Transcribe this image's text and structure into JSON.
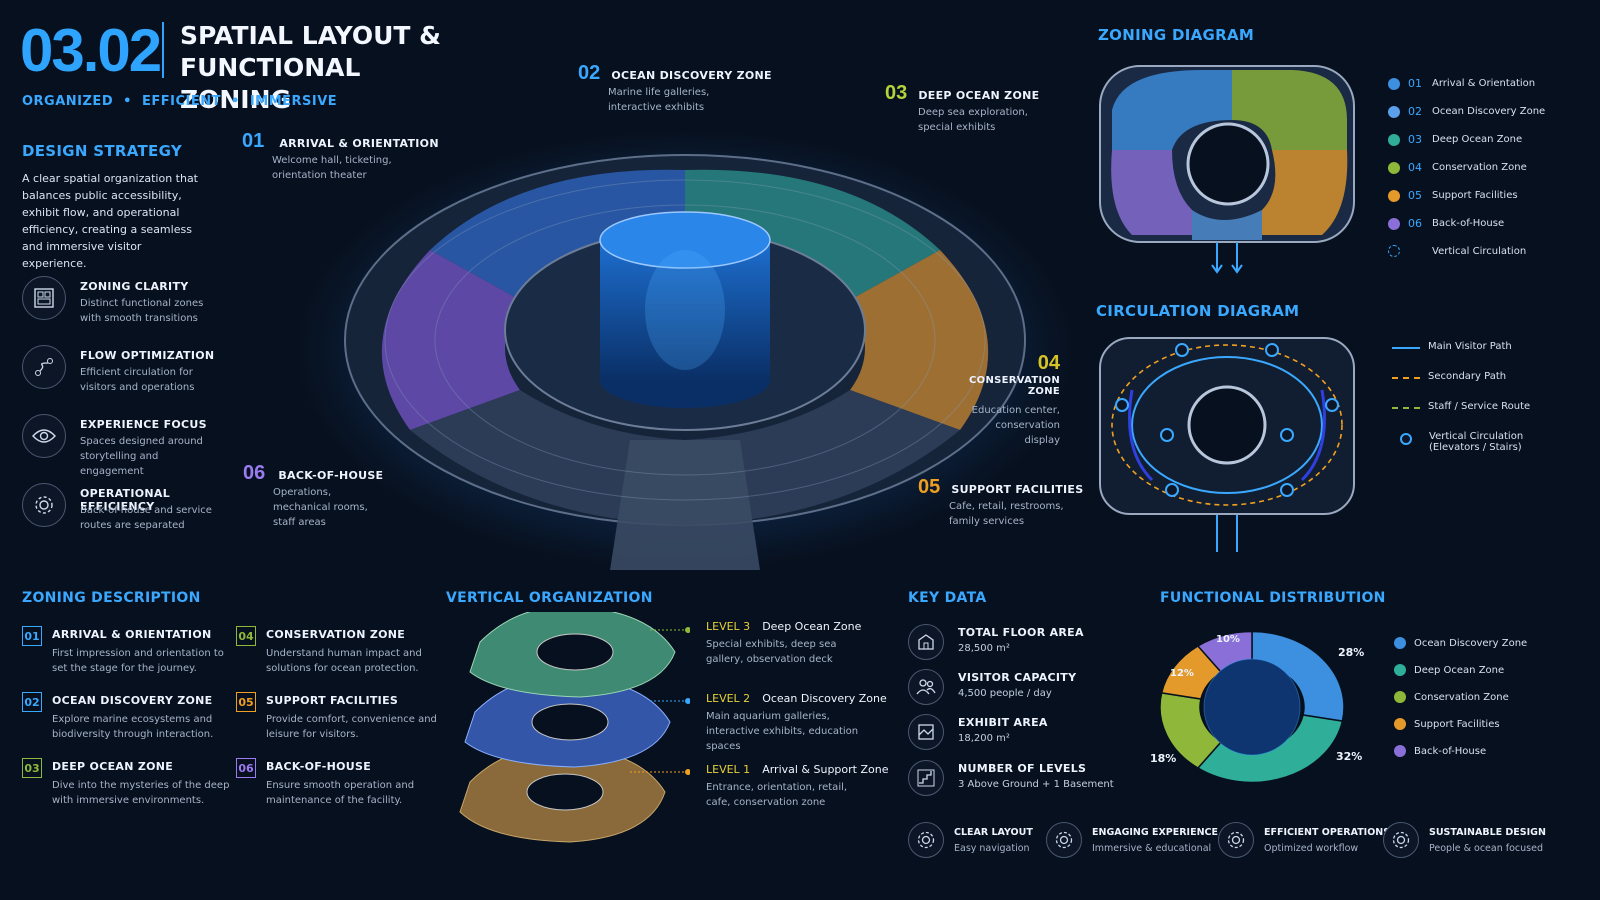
{
  "header": {
    "number": "03.02",
    "title_line1": "SPATIAL LAYOUT &",
    "title_line2": "FUNCTIONAL ZONING",
    "subtitle": "ORGANIZED  •  EFFICIENT  •  IMMERSIVE"
  },
  "design_strategy": {
    "title": "DESIGN STRATEGY",
    "text": "A clear spatial organization that balances public accessibility, exhibit flow, and operational efficiency, creating a seamless and immersive visitor experience.",
    "items": [
      {
        "title": "ZONING CLARITY",
        "desc": "Distinct functional zones with smooth transitions",
        "icon": "grid-icon"
      },
      {
        "title": "FLOW OPTIMIZATION",
        "desc": "Efficient circulation for visitors and operations",
        "icon": "flow-icon"
      },
      {
        "title": "EXPERIENCE FOCUS",
        "desc": "Spaces designed around storytelling and engagement",
        "icon": "eye-icon"
      },
      {
        "title": "OPERATIONAL EFFICIENCY",
        "desc": "Back-of-house and service routes are separated",
        "icon": "gear-icon"
      }
    ]
  },
  "callouts": [
    {
      "num": "01",
      "title": "ARRIVAL & ORIENTATION",
      "desc": "Welcome hall, ticketing, orientation theater",
      "color": "#3aa8ff"
    },
    {
      "num": "02",
      "title": "OCEAN DISCOVERY ZONE",
      "desc": "Marine life galleries, interactive exhibits",
      "color": "#3aa8ff"
    },
    {
      "num": "03",
      "title": "DEEP OCEAN ZONE",
      "desc": "Deep sea exploration, special exhibits",
      "color": "#b6d23a"
    },
    {
      "num": "04",
      "title": "CONSERVATION ZONE",
      "desc": "Education center, conservation display",
      "color": "#d8c326"
    },
    {
      "num": "05",
      "title": "SUPPORT FACILITIES",
      "desc": "Cafe, retail, restrooms, family services",
      "color": "#f0a020"
    },
    {
      "num": "06",
      "title": "BACK-OF-HOUSE",
      "desc": "Operations, mechanical rooms, staff areas",
      "color": "#9b7cf0"
    }
  ],
  "zoning_diagram": {
    "title": "ZONING DIAGRAM",
    "legend": [
      {
        "num": "01",
        "label": "Arrival & Orientation",
        "color": "#3d8fe0"
      },
      {
        "num": "02",
        "label": "Ocean Discovery Zone",
        "color": "#5aa0ea"
      },
      {
        "num": "03",
        "label": "Deep Ocean Zone",
        "color": "#2fae9a"
      },
      {
        "num": "04",
        "label": "Conservation Zone",
        "color": "#8fb83a"
      },
      {
        "num": "05",
        "label": "Support Facilities",
        "color": "#e39a2a"
      },
      {
        "num": "06",
        "label": "Back-of-House",
        "color": "#8a6fd8"
      },
      {
        "num": "",
        "label": "Vertical Circulation",
        "color": "#3aa8ff"
      }
    ]
  },
  "circulation_diagram": {
    "title": "CIRCULATION DIAGRAM",
    "legend": [
      {
        "label": "Main Visitor Path",
        "color": "#3aa8ff",
        "style": "solid"
      },
      {
        "label": "Secondary Path",
        "color": "#f0a020",
        "style": "dashed"
      },
      {
        "label": "Staff / Service Route",
        "color": "#8fb83a",
        "style": "dashed"
      },
      {
        "label": "Vertical Circulation",
        "label2": "(Elevators / Stairs)",
        "color": "#3aa8ff",
        "style": "node"
      }
    ]
  },
  "zoning_description": {
    "title": "ZONING DESCRIPTION",
    "items": [
      {
        "num": "01",
        "title": "ARRIVAL & ORIENTATION",
        "desc": "First impression and orientation to set the stage for the journey.",
        "color": "#3aa8ff"
      },
      {
        "num": "02",
        "title": "OCEAN DISCOVERY ZONE",
        "desc": "Explore marine ecosystems and biodiversity through interaction.",
        "color": "#3aa8ff"
      },
      {
        "num": "03",
        "title": "DEEP OCEAN ZONE",
        "desc": "Dive into the mysteries of the deep with immersive environments.",
        "color": "#8fb83a"
      },
      {
        "num": "04",
        "title": "CONSERVATION ZONE",
        "desc": "Understand human impact and solutions for ocean protection.",
        "color": "#8fb83a"
      },
      {
        "num": "05",
        "title": "SUPPORT FACILITIES",
        "desc": "Provide comfort, convenience and leisure for visitors.",
        "color": "#f0a020"
      },
      {
        "num": "06",
        "title": "BACK-OF-HOUSE",
        "desc": "Ensure smooth operation and maintenance of the facility.",
        "color": "#9b7cf0"
      }
    ]
  },
  "vertical_organization": {
    "title": "VERTICAL ORGANIZATION",
    "levels": [
      {
        "level": "LEVEL 3",
        "zone": "Deep Ocean Zone",
        "desc": "Special exhibits, deep sea gallery, observation deck"
      },
      {
        "level": "LEVEL 2",
        "zone": "Ocean Discovery Zone",
        "desc": "Main aquarium galleries, interactive exhibits, education spaces"
      },
      {
        "level": "LEVEL 1",
        "zone": "Arrival & Support Zone",
        "desc": "Entrance, orientation, retail, cafe, conservation zone"
      }
    ]
  },
  "key_data": {
    "title": "KEY DATA",
    "items": [
      {
        "title": "TOTAL FLOOR AREA",
        "value": "28,500 m²",
        "icon": "building-icon"
      },
      {
        "title": "VISITOR CAPACITY",
        "value": "4,500 people / day",
        "icon": "people-icon"
      },
      {
        "title": "EXHIBIT AREA",
        "value": "18,200 m²",
        "icon": "exhibit-icon"
      },
      {
        "title": "NUMBER OF LEVELS",
        "value": "3 Above Ground + 1 Basement",
        "icon": "levels-icon"
      }
    ]
  },
  "functional_distribution": {
    "title": "FUNCTIONAL DISTRIBUTION",
    "legend": [
      {
        "label": "Ocean Discovery Zone",
        "color": "#3d8fe0"
      },
      {
        "label": "Deep Ocean Zone",
        "color": "#2fae9a"
      },
      {
        "label": "Conservation Zone",
        "color": "#8fb83a"
      },
      {
        "label": "Support Facilities",
        "color": "#e39a2a"
      },
      {
        "label": "Back-of-House",
        "color": "#8a6fd8"
      }
    ]
  },
  "chart_data": {
    "type": "pie",
    "title": "FUNCTIONAL DISTRIBUTION",
    "categories": [
      "Ocean Discovery Zone",
      "Deep Ocean Zone",
      "Conservation Zone",
      "Support Facilities",
      "Back-of-House"
    ],
    "values": [
      28,
      32,
      18,
      12,
      10
    ],
    "labels": [
      "28%",
      "32%",
      "18%",
      "12%",
      "10%"
    ],
    "colors": [
      "#3d8fe0",
      "#2fae9a",
      "#8fb83a",
      "#e39a2a",
      "#8a6fd8"
    ],
    "donut": true
  },
  "footer": [
    {
      "title": "CLEAR LAYOUT",
      "desc": "Easy navigation"
    },
    {
      "title": "ENGAGING EXPERIENCE",
      "desc": "Immersive & educational"
    },
    {
      "title": "EFFICIENT OPERATIONS",
      "desc": "Optimized workflow"
    },
    {
      "title": "SUSTAINABLE DESIGN",
      "desc": "People & ocean focused"
    }
  ]
}
